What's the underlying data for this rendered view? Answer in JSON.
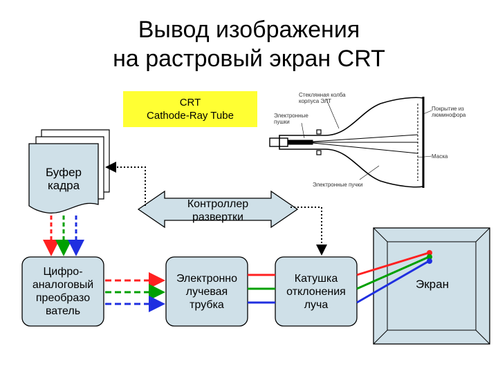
{
  "title": {
    "line1": "Вывод изображения",
    "line2": "на растровый экран CRT"
  },
  "crt_label": {
    "line1": "CRT",
    "line2": "Cathode-Ray Tube"
  },
  "tube_annotations": {
    "glass": "Стеклянная колба\nкорпуса ЭЛТ",
    "guns": "Электронные\nпушки",
    "phosphor": "Покрытие из\nлюминофора",
    "mask": "Маска",
    "beams": "Электронные пучки"
  },
  "nodes": {
    "framebuffer": "Буфер\nкадра",
    "controller": "Контроллер\nразвертки",
    "dac": "Цифро-\nаналоговый\nпреобразо\nватель",
    "tube": "Электронно\nлучевая\nтрубка",
    "coil": "Катушка\nотклонения\nлуча",
    "screen": "Экран"
  },
  "colors": {
    "red": "#ff2020",
    "green": "#00a000",
    "blue": "#1f2fe0",
    "node_fill": "#cfe0e8",
    "label_bg": "#ffff33"
  }
}
